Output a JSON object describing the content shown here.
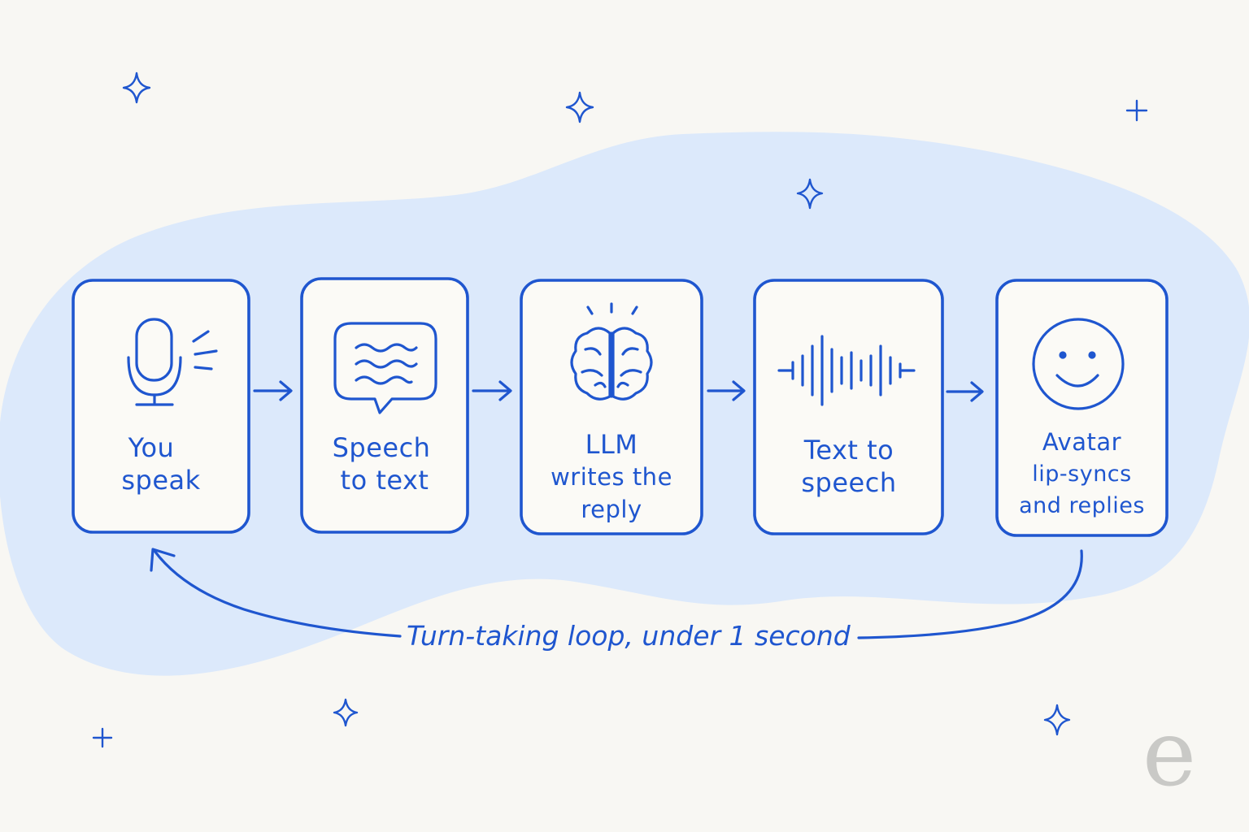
{
  "steps": [
    {
      "id": "speak",
      "icon": "microphone-icon",
      "lines": [
        "You",
        "speak"
      ]
    },
    {
      "id": "stt",
      "icon": "speech-bubble-icon",
      "lines": [
        "Speech",
        "to text"
      ]
    },
    {
      "id": "llm",
      "icon": "brain-icon",
      "lines": [
        "LLM",
        "writes the",
        "reply"
      ]
    },
    {
      "id": "tts",
      "icon": "sound-wave-icon",
      "lines": [
        "Text to",
        "speech"
      ]
    },
    {
      "id": "avatar",
      "icon": "smiley-face-icon",
      "lines": [
        "Avatar",
        "lip-syncs",
        "and replies"
      ]
    }
  ],
  "loop": {
    "label": "Turn-taking loop, under 1 second"
  },
  "brand": {
    "mark": "e"
  },
  "colors": {
    "ink": "#1f56cf",
    "blob": "#dce9fb",
    "background": "#f8f7f3",
    "card": "#fbfaf6",
    "mark": "#c9c9c6"
  }
}
